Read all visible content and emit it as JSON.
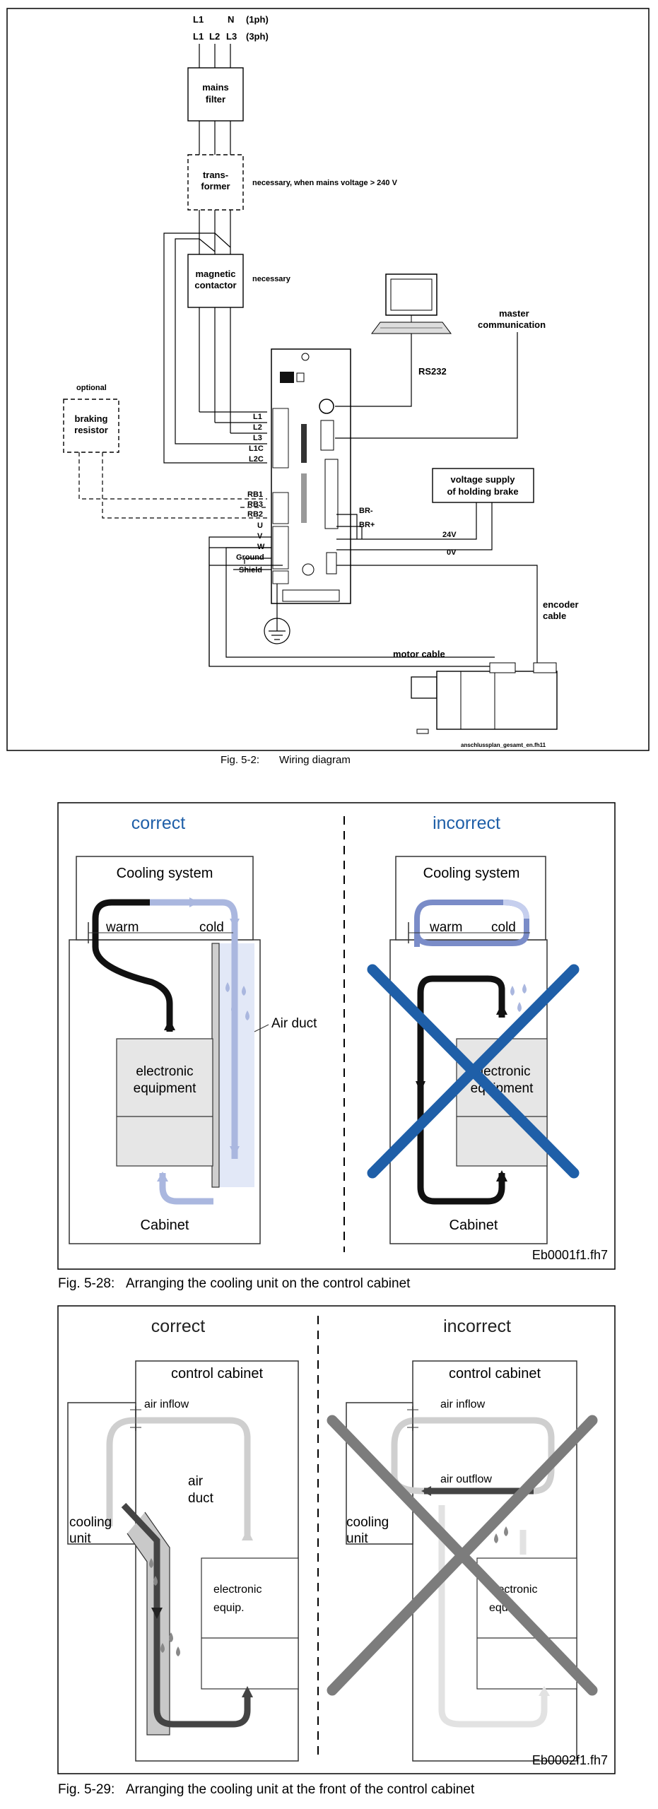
{
  "figure1": {
    "phases": {
      "row1": {
        "l1": "L1",
        "n": "N",
        "ph": "(1ph)"
      },
      "row2": {
        "l1": "L1",
        "l2": "L2",
        "l3": "L3",
        "ph": "(3ph)"
      }
    },
    "mains_filter": [
      "mains",
      "filter"
    ],
    "transformer": [
      "trans-",
      "former"
    ],
    "transformer_note": "necessary, when mains voltage > 240 V",
    "contactor": [
      "magnetic",
      "contactor"
    ],
    "contactor_note": "necessary",
    "braking_optional": "optional",
    "braking": [
      "braking",
      "resistor"
    ],
    "rs232": "RS232",
    "master": [
      "master",
      "communication"
    ],
    "brake_supply": [
      "voltage supply",
      "of holding brake"
    ],
    "terminals": [
      "L1",
      "L2",
      "L3",
      "L1C",
      "L2C",
      "RB1",
      "RB3",
      "RB2",
      "U",
      "V",
      "W",
      "Ground",
      "Shield"
    ],
    "br_minus": "BR-",
    "br_plus": "BR+",
    "v24": "24V",
    "v0": "0V",
    "encoder": [
      "encoder",
      "cable"
    ],
    "motor_cable": "motor cable",
    "file": "anschlussplan_gesamt_en.fh11",
    "caption_num": "Fig. 5-2:",
    "caption": "Wiring diagram"
  },
  "figure2": {
    "correct": "correct",
    "incorrect": "incorrect",
    "cooling_system": "Cooling system",
    "warm": "warm",
    "cold": "cold",
    "air_duct": "Air duct",
    "equipment": [
      "electronic",
      "equipment"
    ],
    "cabinet": "Cabinet",
    "file": "Eb0001f1.fh7",
    "caption_num": "Fig. 5-28:",
    "caption": "Arranging the cooling unit on the control cabinet",
    "colors": {
      "blue_heading": "#1f5fa8",
      "cross": "#1f5fa8",
      "cold_flow": "#aab7df",
      "duct": "#e2e8f7"
    }
  },
  "figure3": {
    "correct": "correct",
    "incorrect": "incorrect",
    "control_cabinet": "control cabinet",
    "air_inflow": "air inflow",
    "air_outflow": "air outflow",
    "air_duct": [
      "air",
      "duct"
    ],
    "cooling_unit": [
      "cooling",
      "unit"
    ],
    "equip": [
      "electronic",
      "equip."
    ],
    "file": "Eb0002f1.fh7",
    "caption_num": "Fig. 5-29:",
    "caption": "Arranging the cooling unit at the front of the control cabinet",
    "colors": {
      "cross": "#7c7c7c",
      "dark_flow": "#444444",
      "light_flow": "#cfcfcf"
    }
  }
}
